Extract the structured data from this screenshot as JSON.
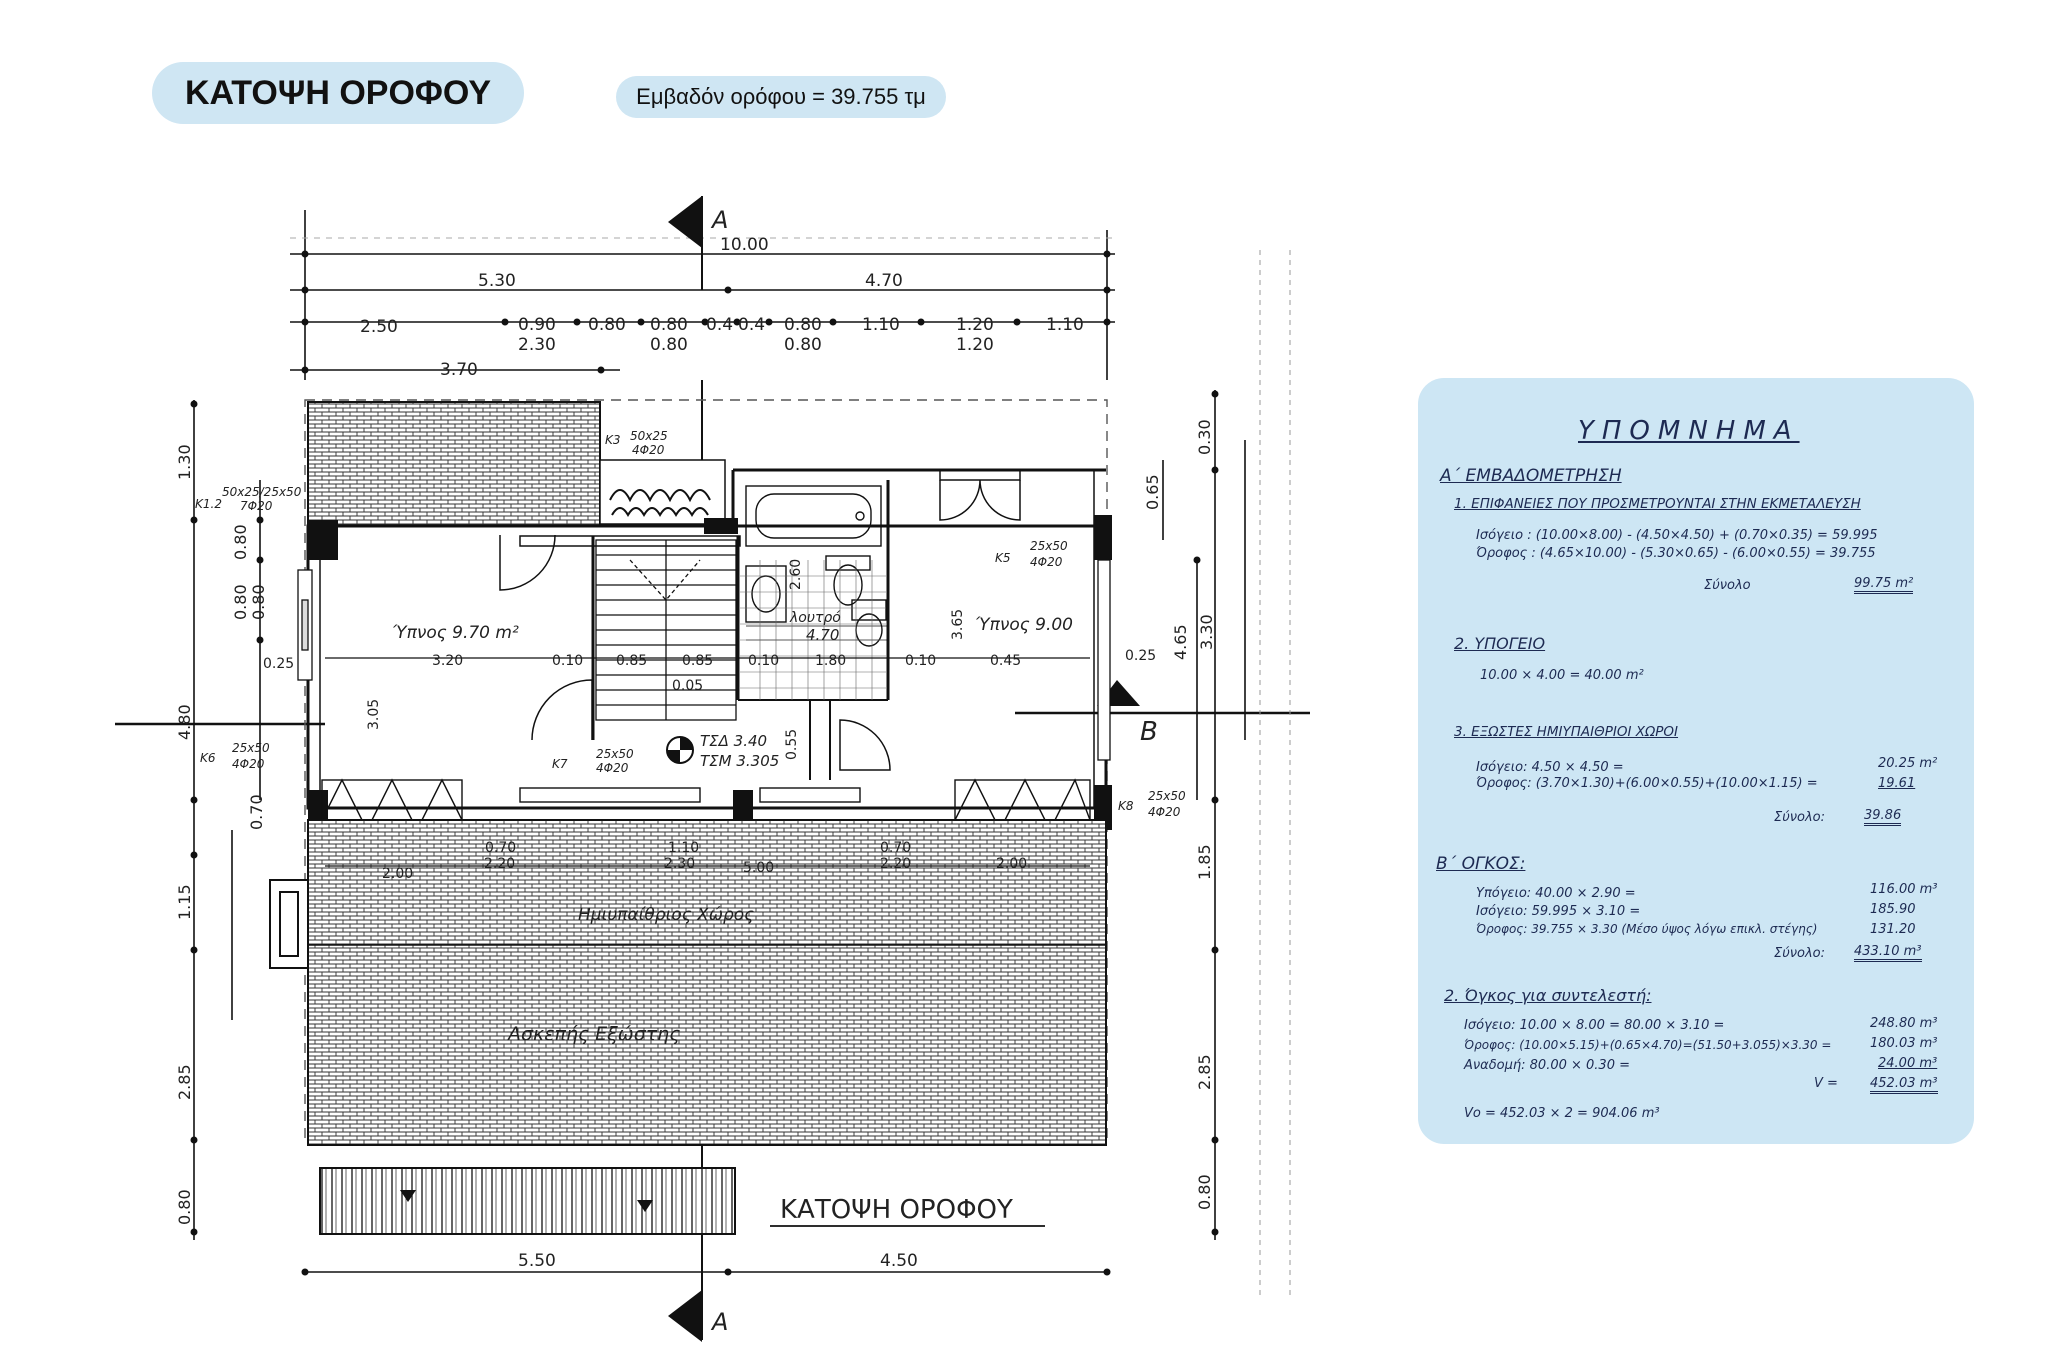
{
  "header": {
    "title": "ΚΑΤΟΨΗ ΟΡΟΦΟΥ",
    "area": "Εμβαδόν ορόφου = 39.755 τμ"
  },
  "plan": {
    "caption": "ΚΑΤΟΨΗ ΟΡΟΦΟΥ",
    "section_a_label": "A",
    "section_b_label": "B",
    "dims_top": [
      "10.00",
      "5.30",
      "4.70",
      "2.50",
      "0.90",
      "0.80",
      "0.80",
      "0.4",
      "0.4",
      "0.80",
      "1.10",
      "1.20",
      "1.10",
      "2.30",
      "0.80",
      "0.80",
      "1.20",
      "3.70"
    ],
    "dims_bottom": [
      "5.50",
      "4.50"
    ],
    "dims_left": [
      "1.30",
      "0.80",
      "0.80",
      "0.80",
      "4.80",
      "0.70",
      "1.15",
      "2.85",
      "0.80"
    ],
    "dims_right": [
      "0.30",
      "0.65",
      "3.30",
      "4.65",
      "1.85",
      "2.85",
      "0.80"
    ],
    "rooms": {
      "bedroom1": "Ύπνος 9.70 m²",
      "bedroom2": "Ύπνος 9.00",
      "wc": "λουτρό",
      "wc_area": "4.70",
      "semi_open": "Ημιυπαίθριος Χώρος",
      "exercise": "Ασκεπής Εξώστης"
    },
    "columns": {
      "k1": "K1.2",
      "k1_size": "50x25/25x50",
      "k1_rebar": "7Φ20",
      "k3": "K3",
      "k3_size": "50x25",
      "k3_rebar": "4Φ20",
      "k5": "K5",
      "k5_size": "25x50",
      "k5_rebar": "4Φ20",
      "k6": "K6",
      "k6_size": "25x50",
      "k6_rebar": "4Φ20",
      "k7": "K7",
      "k7_size": "25x50",
      "k7_rebar": "4Φ20",
      "k8": "K8",
      "k8_size": "25x50",
      "k8_rebar": "4Φ20"
    },
    "levels": {
      "tsd": "ΤΣΔ 3.40",
      "tsm": "ΤΣΜ 3.305"
    },
    "inner_dims": [
      "3.20",
      "0.10",
      "0.85",
      "0.85",
      "0.10",
      "1.80",
      "0.10",
      "0.45",
      "0.25",
      "0.25",
      "3.05",
      "3.65",
      "2.60",
      "0.55",
      "0.05",
      "2.00",
      "2.20",
      "1.10",
      "2.30",
      "0.70",
      "2.20",
      "5.00",
      "2.00",
      "0.70"
    ]
  },
  "legend": {
    "title": "ΥΠΟΜΝΗΜΑ",
    "sec_a": "Α΄ ΕΜΒΑΔΟΜΕΤΡΗΣΗ",
    "sub1": "1.  ΕΠΙΦΑΝΕΙΕΣ ΠΟΥ ΠΡΟΣΜΕΤΡΟΥΝΤΑΙ ΣΤΗΝ ΕΚΜΕΤΑΛΕΥΣΗ",
    "s1_l1": "Ισόγειο : (10.00×8.00) - (4.50×4.50) + (0.70×0.35) = 59.995",
    "s1_l2": "Όροφος : (4.65×10.00) - (5.30×0.65) - (6.00×0.55) = 39.755",
    "s1_total_label": "Σύνολο",
    "s1_total": "99.75 m²",
    "sub2": "2. ΥΠΟΓΕΙΟ",
    "s2_l1": "10.00 × 4.00 = 40.00 m²",
    "sub3": "3. ΕΞΩΣΤΕΣ  ΗΜΙΥΠΑΙΘΡΙΟΙ ΧΩΡΟΙ",
    "s3_l1": "Ισόγειο:  4.50 × 4.50 =",
    "s3_v1": "20.25 m²",
    "s3_l2": "Όροφος:  (3.70×1.30)+(6.00×0.55)+(10.00×1.15) =",
    "s3_v2": "19.61",
    "s3_total_label": "Σύνολο:",
    "s3_total": "39.86",
    "sec_b": "Β΄ ΟΓΚΟΣ:",
    "b_l1": "Υπόγειο:   40.00 × 2.90 =",
    "b_v1": "116.00 m³",
    "b_l2": "Ισόγειο:   59.995 × 3.10 =",
    "b_v2": "185.90",
    "b_l3": "Όροφος:   39.755 × 3.30 (Μέσο ύψος λόγω επικλ. στέγης)",
    "b_v3": "131.20",
    "b_total_label": "Σύνολο:",
    "b_total": "433.10 m³",
    "sec_c": "2. Όγκος για συντελεστή:",
    "c_l1": "Ισόγειο:  10.00 × 8.00 = 80.00 × 3.10 =",
    "c_v1": "248.80 m³",
    "c_l2": "Όροφος: (10.00×5.15)+(0.65×4.70)=(51.50+3.055)×3.30 =",
    "c_v2": "180.03 m³",
    "c_l3": "Αναδομή:  80.00 × 0.30 =",
    "c_v3": "24.00 m³",
    "c_v_label": "V =",
    "c_v_total": "452.03 m³",
    "c_final": "Vο = 452.03 × 2 = 904.06 m³"
  },
  "colors": {
    "pill": "#cfe6f3",
    "legend_bg": "#cde6f4",
    "ink": "#1d2a52",
    "line": "#111111"
  }
}
